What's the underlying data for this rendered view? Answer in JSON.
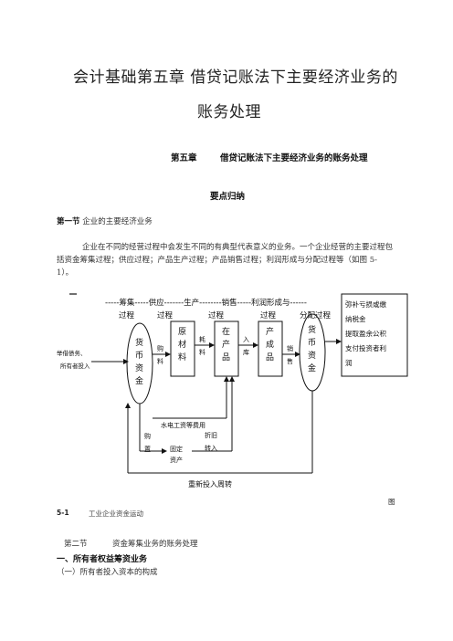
{
  "doc": {
    "title_line1": "会计基础第五章  借贷记账法下主要经济业务的",
    "title_line2": "账务处理",
    "chapter_label": "第五章",
    "chapter_title": "借贷记账法下主要经济业务的账务处理",
    "section_summary": "要点归纳",
    "section1_label": "第一节",
    "section1_title": "企业的主要经济业务",
    "paragraph": "企业在不同的经营过程中会发生不同的有典型代表意义的业务。一个企业经营的主要过程包括资金筹集过程；供应过程；产品生产过程；产品销售过程；利润形成与分配过程等（如图 5-1）。",
    "figure_word": "图",
    "figure_number": "5-1",
    "figure_caption": "工业企业资金运动",
    "section2_label": "第二节",
    "section2_title": "资金筹集业务的账务处理",
    "heading1": "一、所有者权益筹资业务",
    "heading1_sub": "（一）所有者投入资本的构成"
  },
  "diagram": {
    "top_row": "-----筹集-----供应-------生产--------销售-----利润形成与------",
    "top_row_2": [
      "过程",
      "过程",
      "过程",
      "过程",
      "分配过程"
    ],
    "left_input_1": "举借债务、",
    "left_input_2": "所有者投入",
    "fund_left": [
      "货",
      "币",
      "资",
      "金"
    ],
    "buy_label": [
      "购",
      "料"
    ],
    "raw_material": [
      "原",
      "材",
      "料"
    ],
    "use_label": [
      "耗",
      "料"
    ],
    "wip": [
      "在",
      "产",
      "品"
    ],
    "stock_label": [
      "入",
      "库"
    ],
    "finished": [
      "产",
      "成",
      "品"
    ],
    "sell_label": [
      "销",
      "售"
    ],
    "fund_right": [
      "货",
      "币",
      "资",
      "金"
    ],
    "right_box": [
      "弥补亏损或缴",
      "纳税金",
      "提取盈余公积",
      "支付投资者利",
      "润"
    ],
    "expenses": "水电工资等费用",
    "purchase_label": [
      "购",
      "置"
    ],
    "fixed_asset": [
      "固定",
      "资产"
    ],
    "depreciation": [
      "折旧",
      "转入"
    ],
    "bottom_label": "重新投入周转"
  }
}
